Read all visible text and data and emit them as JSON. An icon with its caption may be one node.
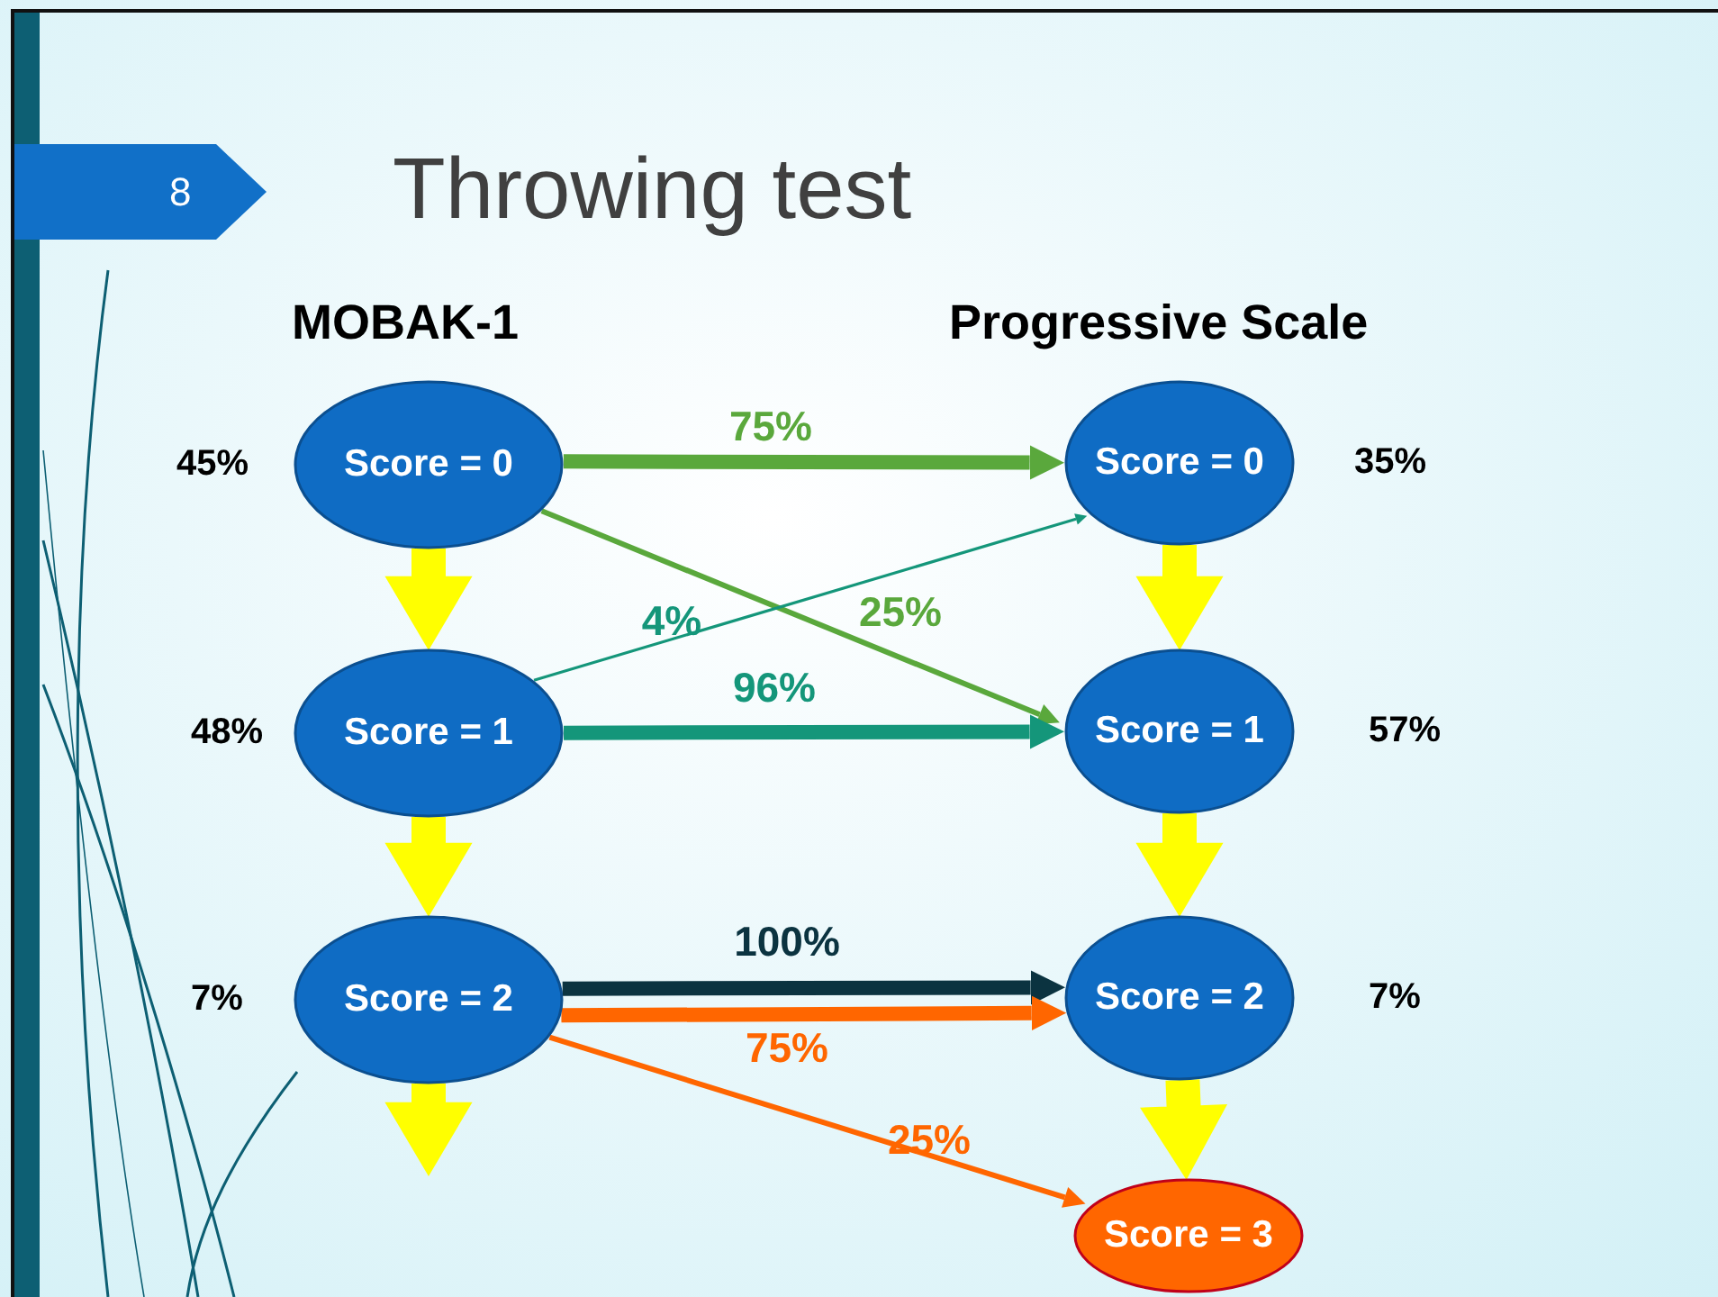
{
  "diagram": {
    "title": "Throwing test",
    "nodes": [
      {
        "text": [
          "Score = 0"
        ],
        "beside": [
          "45%"
        ]
      },
      {
        "text": [
          "Score = 1"
        ],
        "beside": [
          "48%"
        ]
      },
      {
        "text": [
          "Score = 2"
        ],
        "beside": [
          "7%"
        ]
      },
      {
        "text": [
          "Score = 0"
        ],
        "beside": [
          "35%"
        ]
      },
      {
        "text": [
          "Score = 1"
        ],
        "beside": [
          "57%"
        ]
      },
      {
        "text": [
          "Score = 2"
        ],
        "beside": [
          "7%"
        ]
      },
      {
        "text": [
          "Score = 3"
        ]
      }
    ],
    "edges": [
      {
        "from": 0,
        "to": 3,
        "arrow": "to",
        "label": "75%",
        "color": "#5aa83c"
      },
      {
        "from": 0,
        "to": 4,
        "arrow": "to",
        "label": "25%",
        "color": "#5aa83c"
      },
      {
        "from": 1,
        "to": 3,
        "arrow": "to",
        "label": "4%",
        "color": "#14967a"
      },
      {
        "from": 1,
        "to": 4,
        "arrow": "to",
        "label": "96%",
        "color": "#14967a"
      },
      {
        "from": 2,
        "to": 5,
        "arrow": "to",
        "label": "100%",
        "color": "#0b3340"
      },
      {
        "from": 2,
        "to": 5,
        "arrow": "to",
        "label": "75%",
        "color": "#ff6600"
      },
      {
        "from": 2,
        "to": 6,
        "arrow": "to",
        "label": "25%",
        "color": "#ff6600"
      },
      {
        "from": 0,
        "to": 1,
        "arrow": "to",
        "style": "thick"
      },
      {
        "from": 1,
        "to": 2,
        "arrow": "to",
        "style": "thick"
      },
      {
        "from": 2,
        "to": null,
        "arrow": "to",
        "style": "thick"
      },
      {
        "from": 3,
        "to": 4,
        "arrow": "to",
        "style": "thick"
      },
      {
        "from": 4,
        "to": 5,
        "arrow": "to",
        "style": "thick"
      },
      {
        "from": 5,
        "to": 6,
        "arrow": "to",
        "style": "thick"
      }
    ],
    "labels": [
      "8",
      "MOBAK-1",
      "Progressive Scale"
    ]
  }
}
